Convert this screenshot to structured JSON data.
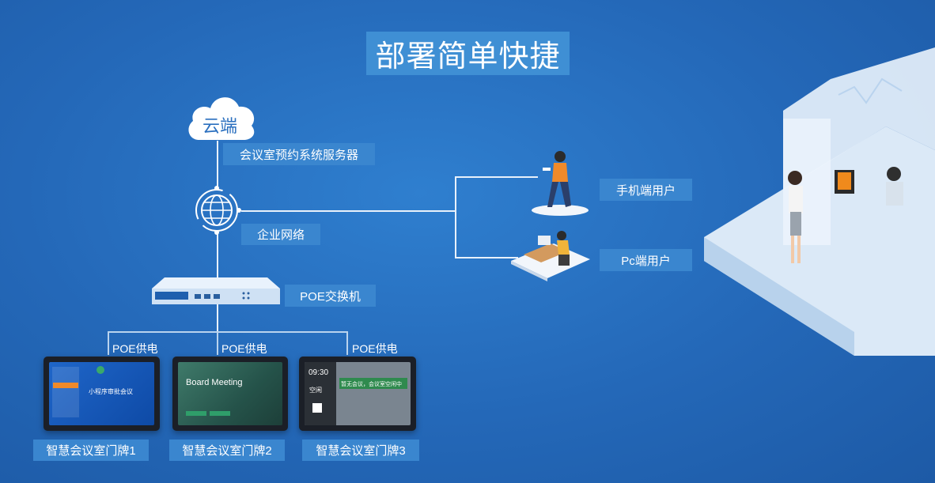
{
  "title": "部署简单快捷",
  "nodes": {
    "cloud": "云端",
    "server": "会议室预约系统服务器",
    "network": "企业网络",
    "switch": "POE交换机",
    "mobile_user": "手机端用户",
    "pc_user": "Pc端用户"
  },
  "poe_labels": [
    "POE供电",
    "POE供电",
    "POE供电"
  ],
  "devices": [
    {
      "label": "智慧会议室门牌1",
      "screen_title": "小程序审批会议"
    },
    {
      "label": "智慧会议室门牌2",
      "screen_title": "Board Meeting"
    },
    {
      "label": "智慧会议室门牌3",
      "screen_clock": "09:30",
      "screen_status": "空闲",
      "screen_banner": "暂无会议，会议室空闲中"
    }
  ],
  "colors": {
    "background": "#2468b8",
    "label_box": "#3a86cf",
    "title_box": "#3f8fd4",
    "line": "#e8f1fb"
  }
}
